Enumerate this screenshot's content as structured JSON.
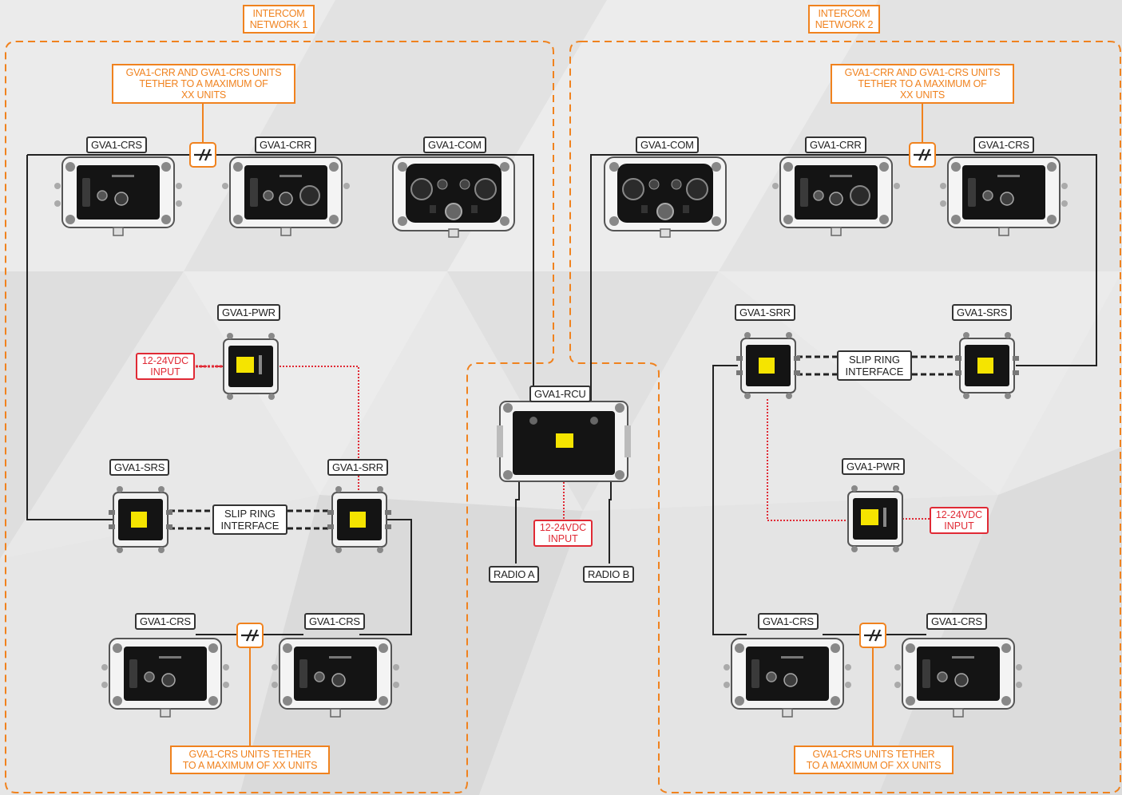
{
  "networks": [
    {
      "label_lines": [
        "INTERCOM",
        "NETWORK 1"
      ]
    },
    {
      "label_lines": [
        "INTERCOM",
        "NETWORK 2"
      ]
    }
  ],
  "device_labels": {
    "n1_crs_top": "GVA1-CRS",
    "n1_crr_top": "GVA1-CRR",
    "n1_com": "GVA1-COM",
    "n1_pwr": "GVA1-PWR",
    "n1_srs": "GVA1-SRS",
    "n1_srr": "GVA1-SRR",
    "n1_crs_b1": "GVA1-CRS",
    "n1_crs_b2": "GVA1-CRS",
    "rcu": "GVA1-RCU",
    "radio_a": "RADIO A",
    "radio_b": "RADIO B",
    "n2_com": "GVA1-COM",
    "n2_crr_top": "GVA1-CRR",
    "n2_crs_top": "GVA1-CRS",
    "n2_srr": "GVA1-SRR",
    "n2_srs": "GVA1-SRS",
    "n2_pwr": "GVA1-PWR",
    "n2_crs_b1": "GVA1-CRS",
    "n2_crs_b2": "GVA1-CRS"
  },
  "notes": {
    "tether_top": [
      "GVA1-CRR AND GVA1-CRS UNITS",
      "TETHER TO A MAXIMUM OF",
      "XX UNITS"
    ],
    "tether_bottom": [
      "GVA1-CRS UNITS TETHER",
      "TO A MAXIMUM OF XX UNITS"
    ]
  },
  "power_input": [
    "12-24VDC",
    "INPUT"
  ],
  "slip_ring": [
    "SLIP RING",
    "INTERFACE"
  ],
  "colors": {
    "accent_orange": "#f0821e",
    "power_red": "#e02a35",
    "wire": "#222222",
    "device_face": "#1a1a1a",
    "indicator_yellow": "#f5e400"
  },
  "icons": [
    "crs-device-icon",
    "crr-device-icon",
    "com-device-icon",
    "pwr-device-icon",
    "srs-device-icon",
    "srr-device-icon",
    "rcu-device-icon",
    "break-symbol-icon"
  ]
}
